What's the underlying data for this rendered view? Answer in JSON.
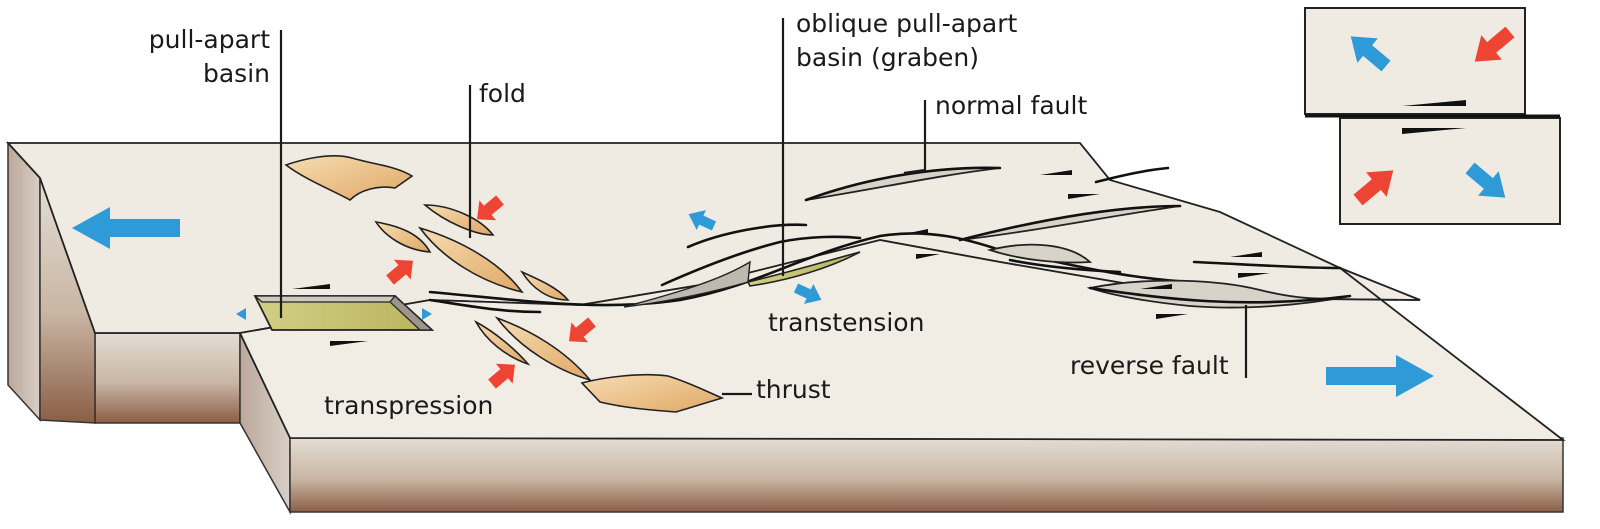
{
  "labels": {
    "pull_apart_basin": [
      "pull-apart",
      "basin"
    ],
    "fold": "fold",
    "oblique_pull_apart": [
      "oblique pull-apart",
      "basin (graben)"
    ],
    "normal_fault": "normal fault",
    "transtension": "transtension",
    "transpression": "transpression",
    "thrust": "thrust",
    "reverse_fault": "reverse fault"
  },
  "colors": {
    "extension_arrow": "#2f9ad8",
    "compression_arrow": "#ee4433",
    "surface": "#efebe2",
    "side_top": "#e4ddd4",
    "side_bottom": "#8a5e45",
    "basin_fill": "#c9c475",
    "fold_fill": "#e9b97a"
  },
  "icons": [
    "extension-arrow-icon",
    "compression-arrow-icon",
    "half-arrow-icon"
  ]
}
